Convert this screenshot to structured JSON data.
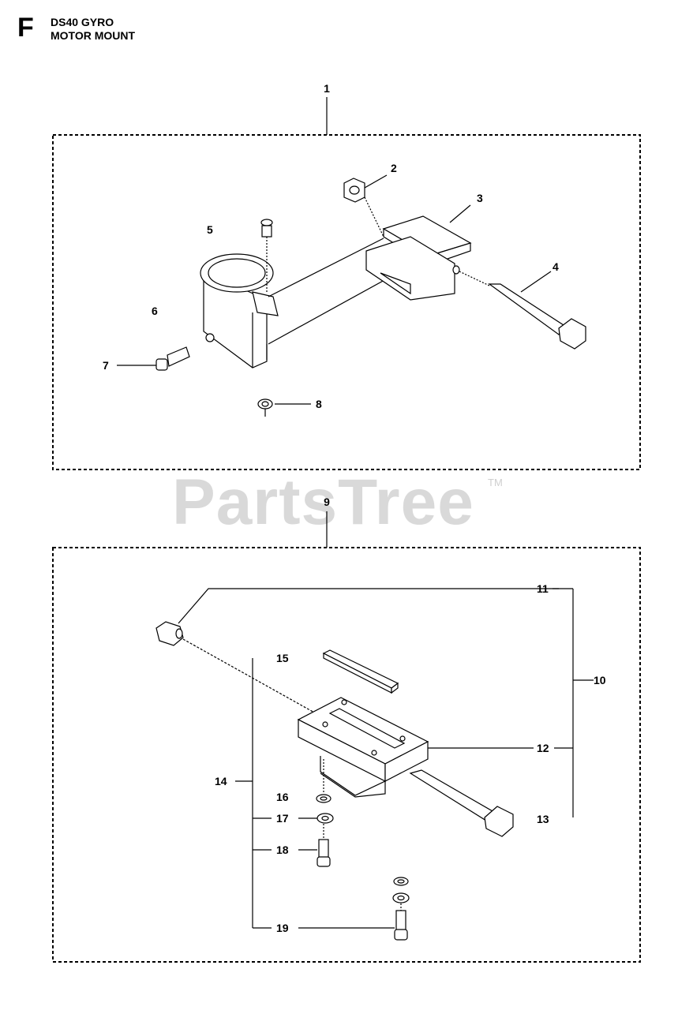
{
  "header": {
    "letter": "F",
    "line1": "DS40 GYRO",
    "line2": "MOTOR MOUNT"
  },
  "watermark": {
    "text": "PartsTree",
    "trademark": "TM"
  },
  "labels": {
    "p1": "1",
    "p2": "2",
    "p3": "3",
    "p4": "4",
    "p5": "5",
    "p6": "6",
    "p7": "7",
    "p8": "8",
    "p9": "9",
    "p10": "10",
    "p11": "11",
    "p12": "12",
    "p13": "13",
    "p14": "14",
    "p15": "15",
    "p16": "16",
    "p17": "17",
    "p18": "18",
    "p19": "19"
  }
}
